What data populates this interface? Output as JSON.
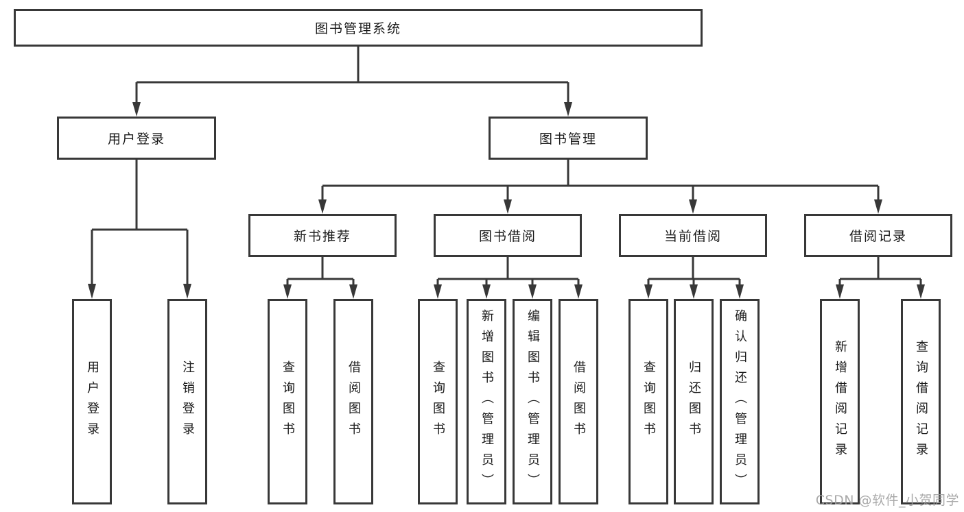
{
  "tree": {
    "root": "图书管理系统",
    "level2": {
      "login": "用户登录",
      "manage": "图书管理"
    },
    "modules": [
      "新书推荐",
      "图书借阅",
      "当前借阅",
      "借阅记录"
    ],
    "login_children": [
      "用户登录",
      "注销登录"
    ],
    "new_book_children": [
      "查询图书",
      "借阅图书"
    ],
    "borrow_children": [
      "查询图书",
      "新增图书（管理员）",
      "编辑图书（管理员）",
      "借阅图书"
    ],
    "current_children": [
      "查询图书",
      "归还图书",
      "确认归还（管理员）"
    ],
    "record_children": [
      "新增借阅记录",
      "查询借阅记录"
    ]
  },
  "watermark": "CSDN @软件_小贺同学",
  "colors": {
    "stroke": "#383838",
    "text": "#1a1a1a",
    "watermark": "#9e9e9e",
    "background": "#ffffff"
  }
}
